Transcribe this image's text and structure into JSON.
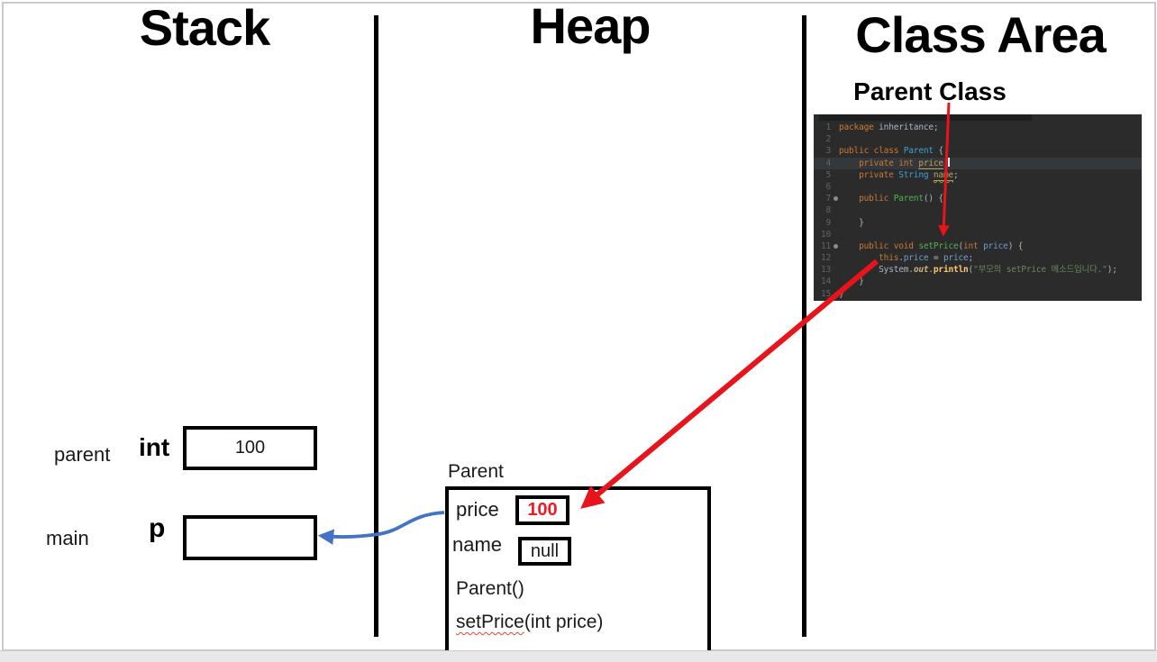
{
  "columns": [
    {
      "title": "Stack"
    },
    {
      "title": "Heap"
    },
    {
      "title": "Class Area"
    }
  ],
  "stack": {
    "rows": [
      {
        "scope": "parent",
        "var": "int",
        "value": "100"
      },
      {
        "scope": "main",
        "var": "p",
        "value": ""
      }
    ]
  },
  "heap": {
    "object_label": "Parent",
    "fields": [
      {
        "name": "price",
        "value": "100"
      },
      {
        "name": "name",
        "value": "null"
      }
    ],
    "methods": [
      {
        "label": "Parent()"
      },
      {
        "name": "setPrice",
        "args": "(int price)"
      }
    ]
  },
  "class_area": {
    "label": "Parent Class",
    "editor": {
      "lines": [
        {
          "no": "1",
          "tokens": [
            {
              "t": "package",
              "c": "kw"
            },
            {
              "t": " inheritance;",
              "c": "pln"
            }
          ]
        },
        {
          "no": "2",
          "tokens": []
        },
        {
          "no": "3",
          "tokens": [
            {
              "t": "public class",
              "c": "kw"
            },
            {
              "t": " ",
              "c": "pln"
            },
            {
              "t": "Parent",
              "c": "cls"
            },
            {
              "t": " {",
              "c": "pln"
            }
          ]
        },
        {
          "no": "4",
          "active": true,
          "caret": true,
          "tokens": [
            {
              "t": "    ",
              "c": "pln"
            },
            {
              "t": "private int",
              "c": "kw"
            },
            {
              "t": " ",
              "c": "pln"
            },
            {
              "t": "price",
              "c": "fld"
            },
            {
              "t": ";",
              "c": "pln"
            }
          ]
        },
        {
          "no": "5",
          "tokens": [
            {
              "t": "    ",
              "c": "pln"
            },
            {
              "t": "private",
              "c": "kw"
            },
            {
              "t": " ",
              "c": "pln"
            },
            {
              "t": "String",
              "c": "cls"
            },
            {
              "t": " ",
              "c": "pln"
            },
            {
              "t": "name",
              "c": "fldw"
            },
            {
              "t": ";",
              "c": "pln"
            }
          ]
        },
        {
          "no": "6",
          "tokens": []
        },
        {
          "no": "7",
          "marker": true,
          "tokens": [
            {
              "t": "    ",
              "c": "pln"
            },
            {
              "t": "public",
              "c": "kw"
            },
            {
              "t": " ",
              "c": "pln"
            },
            {
              "t": "Parent",
              "c": "mdecl"
            },
            {
              "t": "() {",
              "c": "pln"
            }
          ]
        },
        {
          "no": "8",
          "tokens": []
        },
        {
          "no": "9",
          "tokens": [
            {
              "t": "    }",
              "c": "pln"
            }
          ]
        },
        {
          "no": "10",
          "tokens": []
        },
        {
          "no": "11",
          "marker": true,
          "tokens": [
            {
              "t": "    ",
              "c": "pln"
            },
            {
              "t": "public void",
              "c": "kw"
            },
            {
              "t": " ",
              "c": "pln"
            },
            {
              "t": "setPrice",
              "c": "mdecl"
            },
            {
              "t": "(",
              "c": "pln"
            },
            {
              "t": "int",
              "c": "kw"
            },
            {
              "t": " ",
              "c": "pln"
            },
            {
              "t": "price",
              "c": "prm"
            },
            {
              "t": ") {",
              "c": "pln"
            }
          ]
        },
        {
          "no": "12",
          "tokens": [
            {
              "t": "        ",
              "c": "pln"
            },
            {
              "t": "this",
              "c": "kw"
            },
            {
              "t": ".",
              "c": "pln"
            },
            {
              "t": "price",
              "c": "prm"
            },
            {
              "t": " = ",
              "c": "pln"
            },
            {
              "t": "price",
              "c": "prm"
            },
            {
              "t": ";",
              "c": "pln"
            }
          ]
        },
        {
          "no": "13",
          "tokens": [
            {
              "t": "        ",
              "c": "pln"
            },
            {
              "t": "System",
              "c": "pln"
            },
            {
              "t": ".",
              "c": "pln"
            },
            {
              "t": "out",
              "c": "out"
            },
            {
              "t": ".",
              "c": "pln"
            },
            {
              "t": "println",
              "c": "mcall"
            },
            {
              "t": "(",
              "c": "pln"
            },
            {
              "t": "\"부모의 setPrice 메소드입니다.\"",
              "c": "str"
            },
            {
              "t": ");",
              "c": "pln"
            }
          ]
        },
        {
          "no": "14",
          "tokens": [
            {
              "t": "    }",
              "c": "pln"
            }
          ]
        },
        {
          "no": "15",
          "tokens": [
            {
              "t": "}",
              "c": "pln"
            }
          ]
        }
      ]
    }
  },
  "colors": {
    "arrow_red": "#e8141b",
    "arrow_blue": "#4472c4",
    "value_highlight_red": "#ed1c24",
    "editor_background": "#2b2b2b"
  }
}
